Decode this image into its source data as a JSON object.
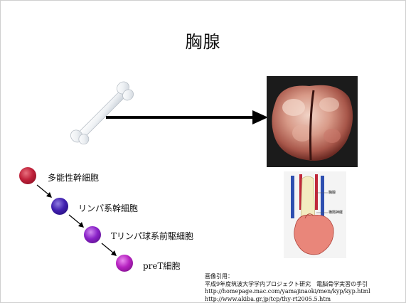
{
  "slide": {
    "title": "胸腺"
  },
  "cells": [
    {
      "label": "多能性幹細胞",
      "color": "#c0213a"
    },
    {
      "label": "リンパ系幹細胞",
      "color": "#4120b0"
    },
    {
      "label": "Tリンパ球系前駆細胞",
      "color": "#8a22c8"
    },
    {
      "label": "preT細胞",
      "color": "#b622c0"
    }
  ],
  "diagram": {
    "labels": [
      "胸腺",
      "横隔神経"
    ]
  },
  "credits": {
    "heading": "画像引用：",
    "line1": "平成9年度筑波大学学内プロジェクト研究　電脳骨学実習の手引",
    "line2": "http://homepage.mac.com/yamajinaoki/men/kyp/kyp.html",
    "line3": "http://www.akiba.gr.jp/tcp/thy-rt2005.5.htm"
  }
}
